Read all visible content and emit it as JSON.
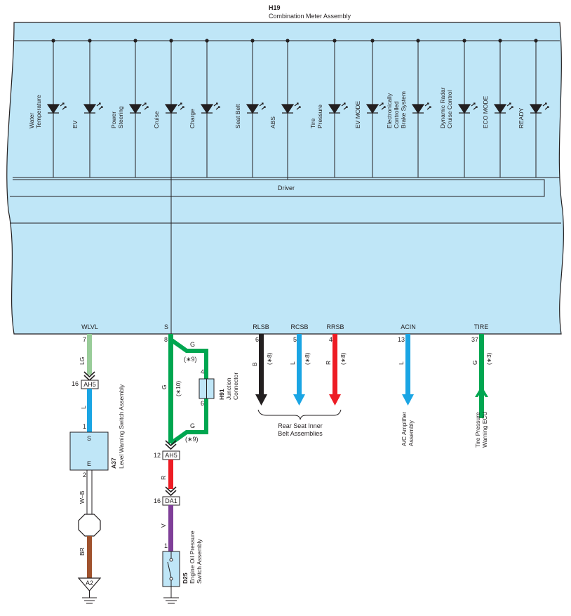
{
  "colors": {
    "panel_fill": "#bfe6f7",
    "wire_LG": "#99cc99",
    "wire_L": "#1aa5e4",
    "wire_G": "#00a650",
    "wire_R": "#ed1c24",
    "wire_V": "#7f3f98",
    "wire_BR": "#a0522d",
    "wire_B": "#231f20",
    "wire_WB": "#ffffff"
  },
  "meter": {
    "id": "H19",
    "title": "Combination Meter Assembly",
    "driver_label": "Driver",
    "lamps": [
      {
        "label_lines": [
          "Water",
          "Temperature"
        ]
      },
      {
        "label_lines": [
          "EV"
        ]
      },
      {
        "label_lines": [
          "Power",
          "Steering"
        ]
      },
      {
        "label_lines": [
          "Cruise"
        ]
      },
      {
        "label_lines": [
          "Charge"
        ]
      },
      {
        "label_lines": [
          "Seat Belt"
        ]
      },
      {
        "label_lines": [
          "ABS"
        ]
      },
      {
        "label_lines": [
          "Tire",
          "Pressure"
        ]
      },
      {
        "label_lines": [
          "EV MODE"
        ]
      },
      {
        "label_lines": [
          "Electronically",
          "Controlled",
          "Brake System"
        ]
      },
      {
        "label_lines": [
          "Dynamic Radar",
          "Cruise Control"
        ]
      },
      {
        "label_lines": [
          "ECO MODE"
        ]
      },
      {
        "label_lines": [
          "READY"
        ]
      }
    ],
    "terminals": [
      "WLVL",
      "S",
      "RLSB",
      "RCSB",
      "RRSB",
      "ACIN",
      "TIRE"
    ]
  },
  "pins": {
    "wlvl": "7",
    "s": "8",
    "rlsb": "6",
    "rcsb": "5",
    "rrsb": "4",
    "acin": "13",
    "tire": "37",
    "ah5_a": "16",
    "a37_s": "1",
    "a37_e": "2",
    "h91_top": "4",
    "h91_bot": "6",
    "ah5_b": "12",
    "da1": "16",
    "d25": "1"
  },
  "wires": {
    "lg": "LG",
    "l_a37": "L",
    "wb": "W–B",
    "br": "BR",
    "g_main": "G",
    "g_top": "G",
    "g_bot": "G",
    "r": "R",
    "v": "V",
    "b": "B",
    "l_rcsb": "L",
    "r_rrsb": "R",
    "l_acin": "L",
    "g_tire": "G"
  },
  "notes": {
    "n9_top": "(∗9)",
    "n10": "(∗10)",
    "n9_bot": "(∗9)",
    "n8_a": "(∗8)",
    "n8_b": "(∗8)",
    "n8_c": "(∗8)",
    "n3": "(∗3)"
  },
  "connectors": {
    "ah5": "AH5",
    "ah5_b": "AH5",
    "da1": "DA1",
    "a2": "A2"
  },
  "components": {
    "a37": {
      "id": "A37",
      "name": "Level Warning Switch Assembly",
      "pin_s": "S",
      "pin_e": "E"
    },
    "h91": {
      "id": "H91",
      "name_lines": [
        "Junction",
        "Connector"
      ]
    },
    "d25": {
      "id": "D25",
      "name_lines": [
        "Engine Oil Pressure",
        "Switch Assembly"
      ]
    },
    "rear_seat": {
      "name_lines": [
        "Rear Seat Inner",
        "Belt Assemblies"
      ]
    },
    "ac_amp": {
      "name_lines": [
        "A/C Amplifier",
        "Assembly"
      ]
    },
    "tire_ecu": {
      "name_lines": [
        "Tire Pressure",
        "Warning ECU"
      ]
    }
  }
}
